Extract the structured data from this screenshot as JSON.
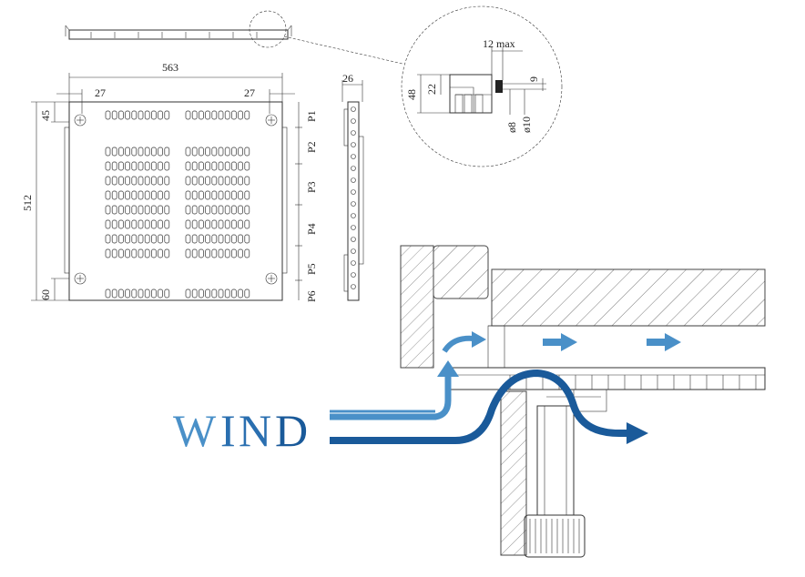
{
  "top_view": {
    "width_label": "563",
    "height_label": "512",
    "left_offset_label": "27",
    "right_offset_label": "27",
    "top_hole_label": "45",
    "bottom_hole_label": "60",
    "positions": [
      "P1",
      "P2",
      "P3",
      "P4",
      "P5",
      "P6"
    ]
  },
  "side_view": {
    "thickness_label": "26"
  },
  "detail": {
    "max_label": "12 max",
    "height_48": "48",
    "height_22": "22",
    "height_9": "9",
    "dia_8": "ø8",
    "dia_10": "ø10"
  },
  "airflow": {
    "word_letters": [
      "W",
      "I",
      "N",
      "D"
    ],
    "colors": {
      "light": "#4a90c8",
      "dark": "#1a5a9a"
    }
  }
}
